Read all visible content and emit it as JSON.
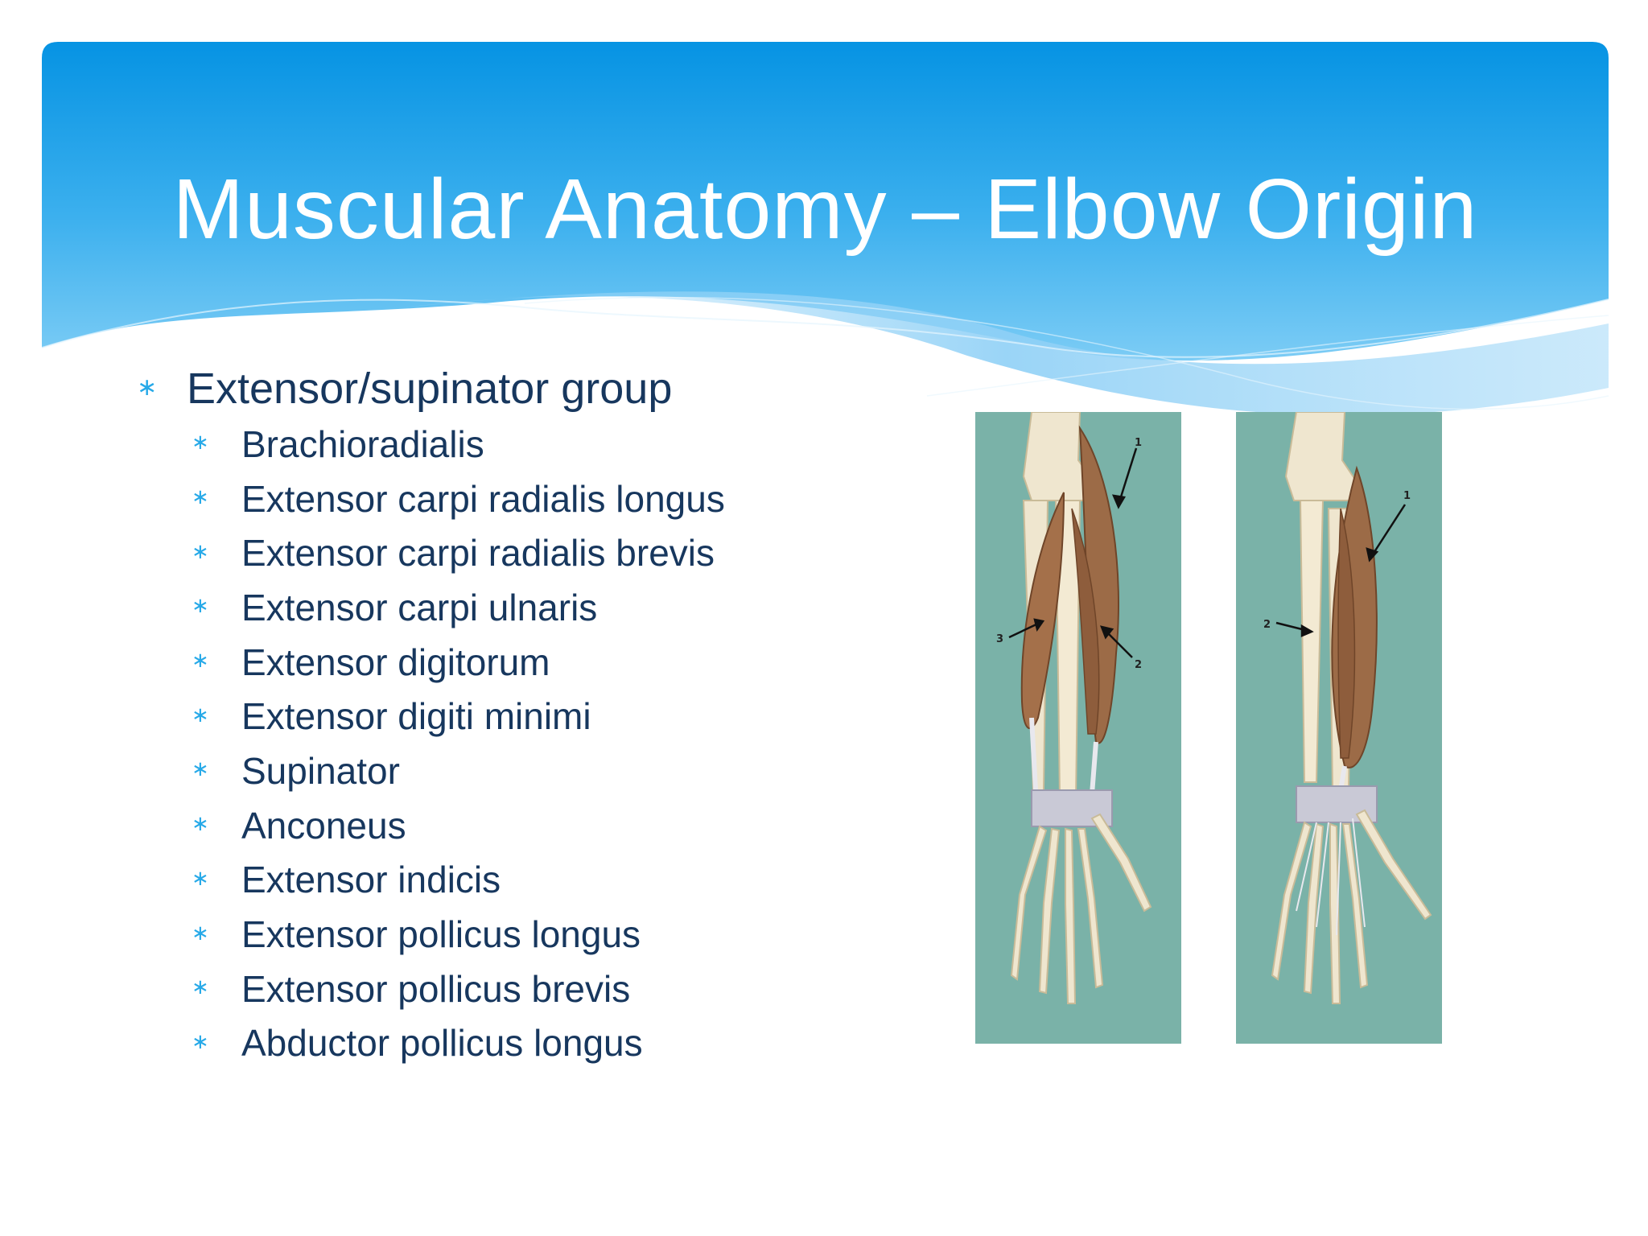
{
  "slide": {
    "title": "Muscular Anatomy – Elbow Origin",
    "colors": {
      "header_top": "#0693e3",
      "header_bottom": "#5bbcf0",
      "text": "#17375e",
      "bullet": "#26a9e8",
      "figure_bg": "#7ab2a8"
    },
    "bullet_symbol": "∗",
    "main_bullet": "Extensor/supinator group",
    "sub_bullets": [
      "Brachioradialis",
      "Extensor carpi radialis longus",
      "Extensor carpi radialis brevis",
      "Extensor carpi ulnaris",
      "Extensor digitorum",
      "Extensor digiti minimi",
      "Supinator",
      "Anconeus",
      "Extensor indicis",
      "Extensor pollicus longus",
      "Extensor pollicus brevis",
      "Abductor pollicus longus"
    ]
  },
  "figures": {
    "left": {
      "labels": [
        "1",
        "2",
        "3"
      ],
      "icon": "forearm-muscle-illustration"
    },
    "right": {
      "labels": [
        "1",
        "2"
      ],
      "icon": "forearm-muscle-illustration"
    }
  }
}
